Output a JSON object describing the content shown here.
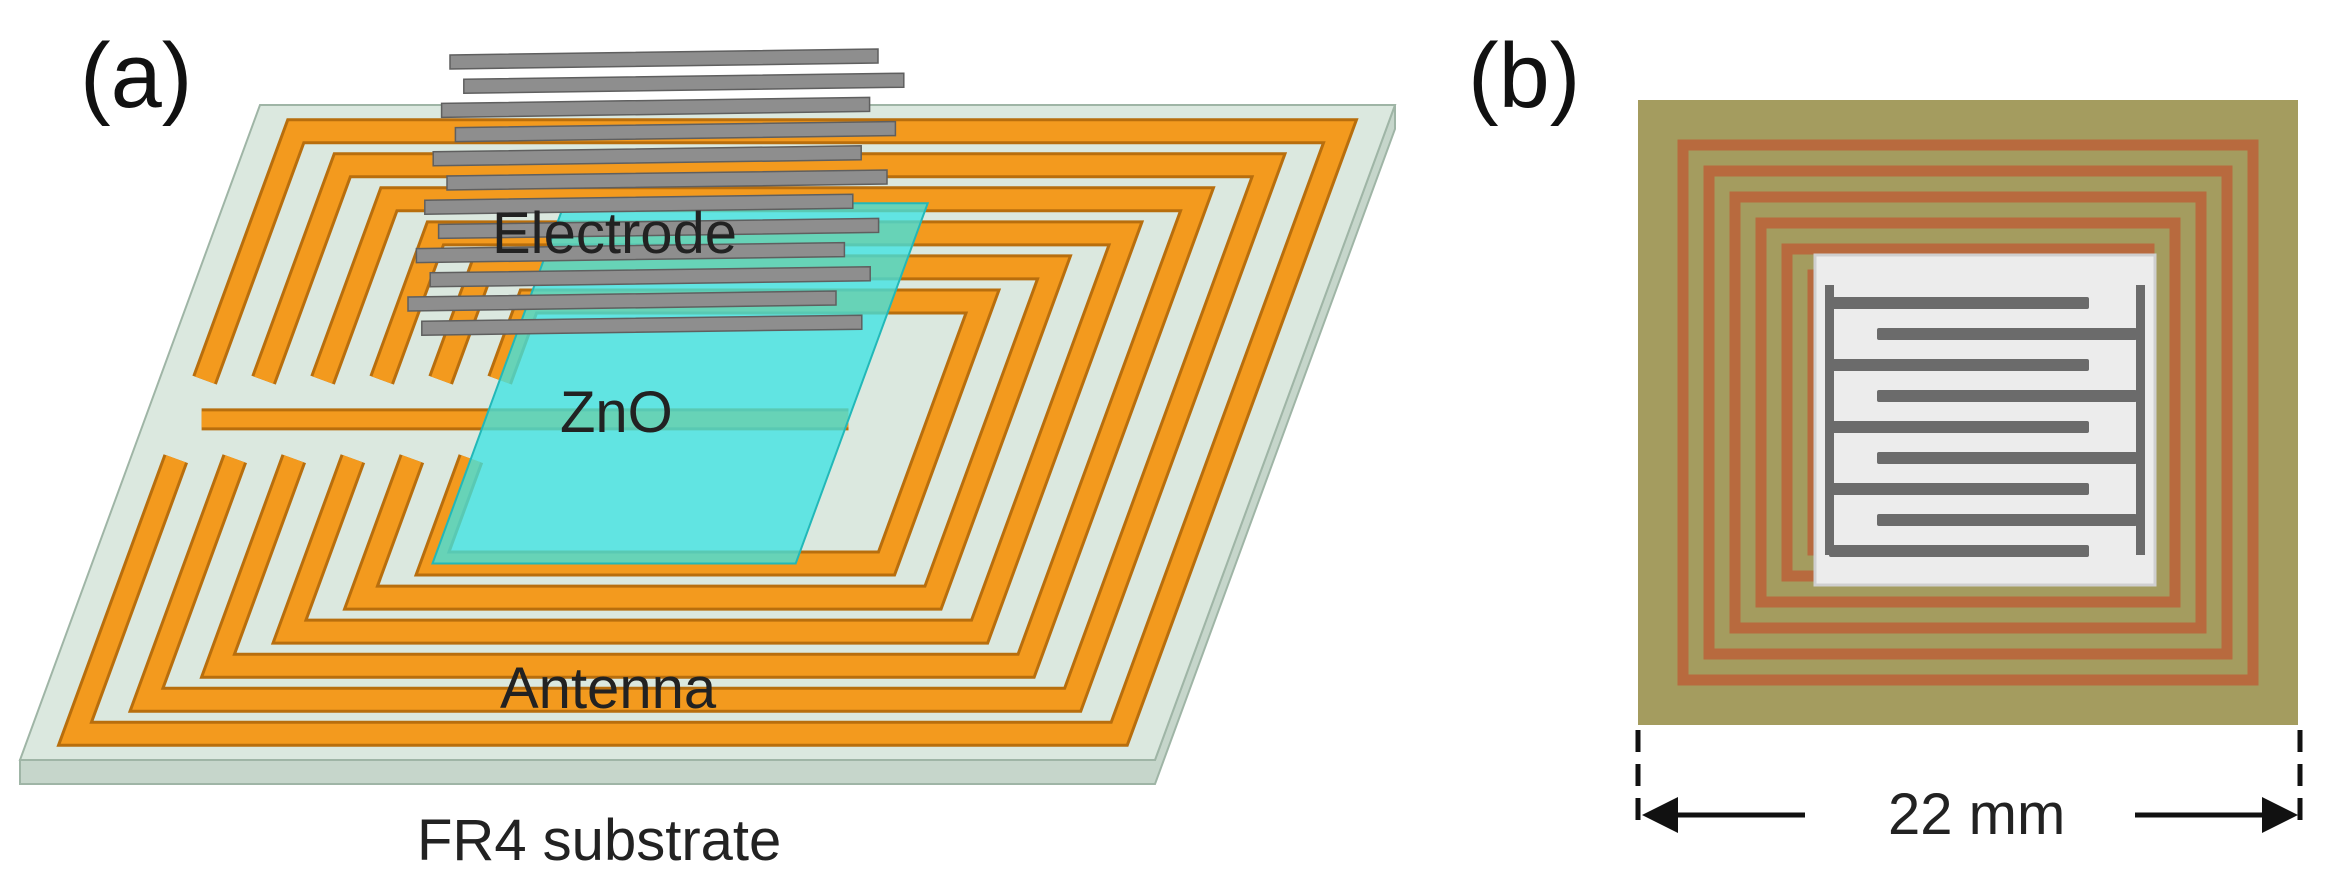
{
  "panels": {
    "a": {
      "label": "(a)",
      "annotations": {
        "electrode": "Electrode",
        "zno": "ZnO",
        "antenna": "Antenna",
        "substrate": "FR4 substrate"
      }
    },
    "b": {
      "label": "(b)",
      "scale": "22 mm"
    }
  },
  "colors": {
    "substrate": "#dbe8df",
    "substrate_edge": "#9fb5a6",
    "antenna": "#f39a1e",
    "antenna_edge": "#b86e0d",
    "zno": "#3fe3e3",
    "electrode": "#8e8e8e",
    "electrode_edge": "#5f5f5f",
    "board": "#a49c5f",
    "copper": "#b86a3e",
    "sensor_film": "#ececec",
    "sensor_electrode": "#6b6b6b"
  },
  "antenna_turns": 6,
  "electrode_fingers": 12
}
